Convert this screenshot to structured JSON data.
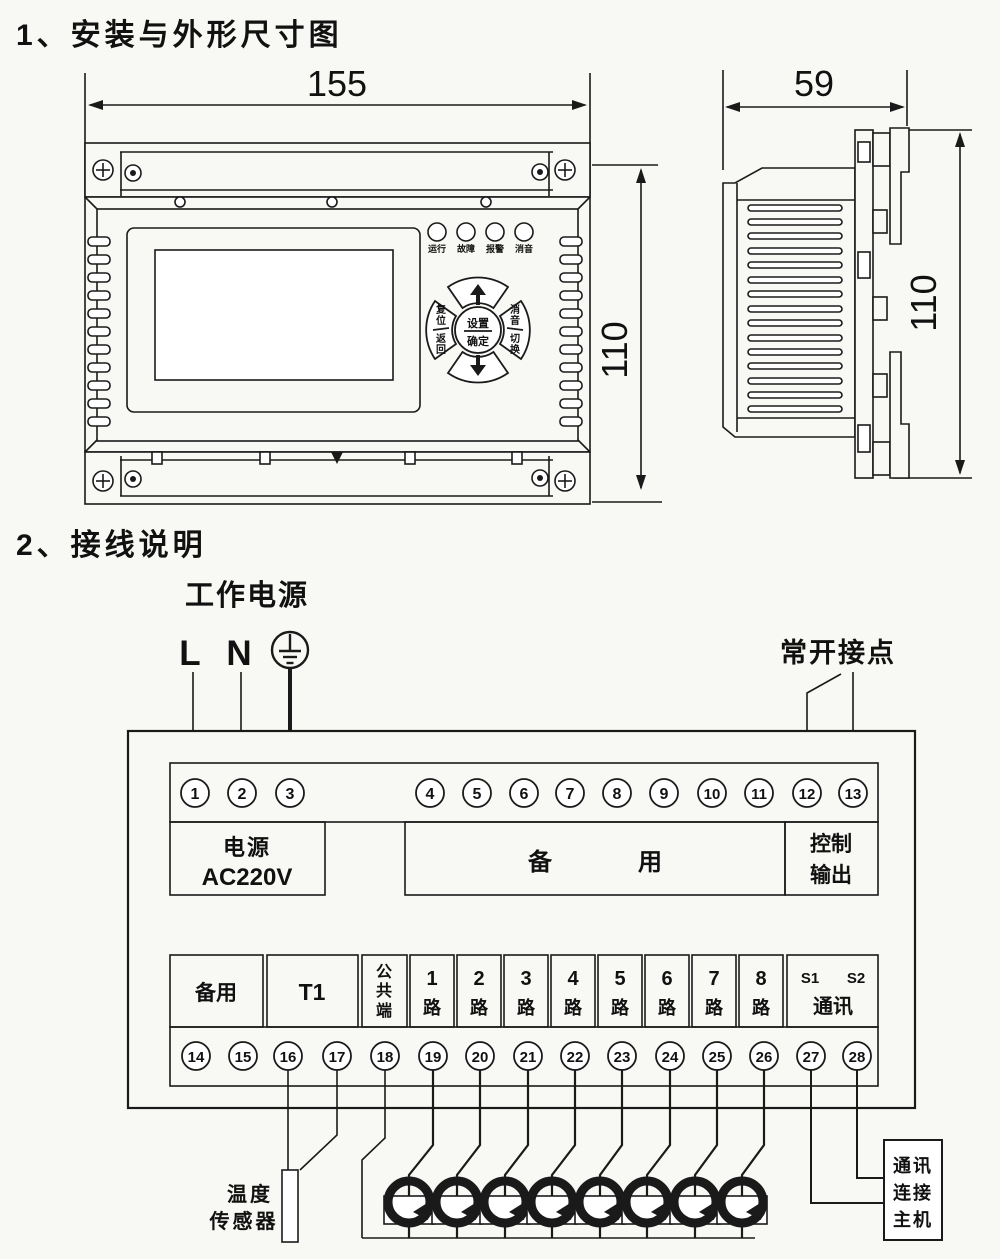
{
  "page": {
    "section1_title": "1、安装与外形尺寸图",
    "section2_title": "2、接线说明"
  },
  "front_view": {
    "width_dim": "155",
    "height_dim": "110",
    "led_labels": [
      "运行",
      "故障",
      "报警",
      "消音"
    ],
    "keypad": {
      "set_top": "设置",
      "set_bottom": "确定",
      "left_chars": [
        "复",
        "位",
        "返",
        "回"
      ],
      "right_chars": [
        "消",
        "音",
        "切",
        "换"
      ]
    }
  },
  "side_view": {
    "width_dim": "59",
    "height_dim": "110"
  },
  "wiring": {
    "supply_label": "工作电源",
    "line_label": "L",
    "neutral_label": "N",
    "ground_icon": "protective-earth",
    "no_contact_label": "常开接点",
    "top_terminals": [
      "1",
      "2",
      "3",
      "4",
      "5",
      "6",
      "7",
      "8",
      "9",
      "10",
      "11",
      "12",
      "13"
    ],
    "power_box": {
      "line1": "电源",
      "line2": "AC220V"
    },
    "spare_wide": {
      "left": "备",
      "right": "用"
    },
    "control_box": {
      "line1": "控制",
      "line2": "输出"
    },
    "spare_small": "备用",
    "t1_label": "T1",
    "common_chars": [
      "公",
      "共",
      "端"
    ],
    "channel_numbers": [
      "1",
      "2",
      "3",
      "4",
      "5",
      "6",
      "7",
      "8"
    ],
    "channel_suffix": "路",
    "comm_box": {
      "s1": "S1",
      "s2": "S2",
      "label": "通讯"
    },
    "bottom_terminals": [
      "14",
      "15",
      "16",
      "17",
      "18",
      "19",
      "20",
      "21",
      "22",
      "23",
      "24",
      "25",
      "26",
      "27",
      "28"
    ],
    "temp_sensor": {
      "line1": "温度",
      "line2": "传感器"
    },
    "host_box": [
      "通讯",
      "连接",
      "主机"
    ]
  }
}
